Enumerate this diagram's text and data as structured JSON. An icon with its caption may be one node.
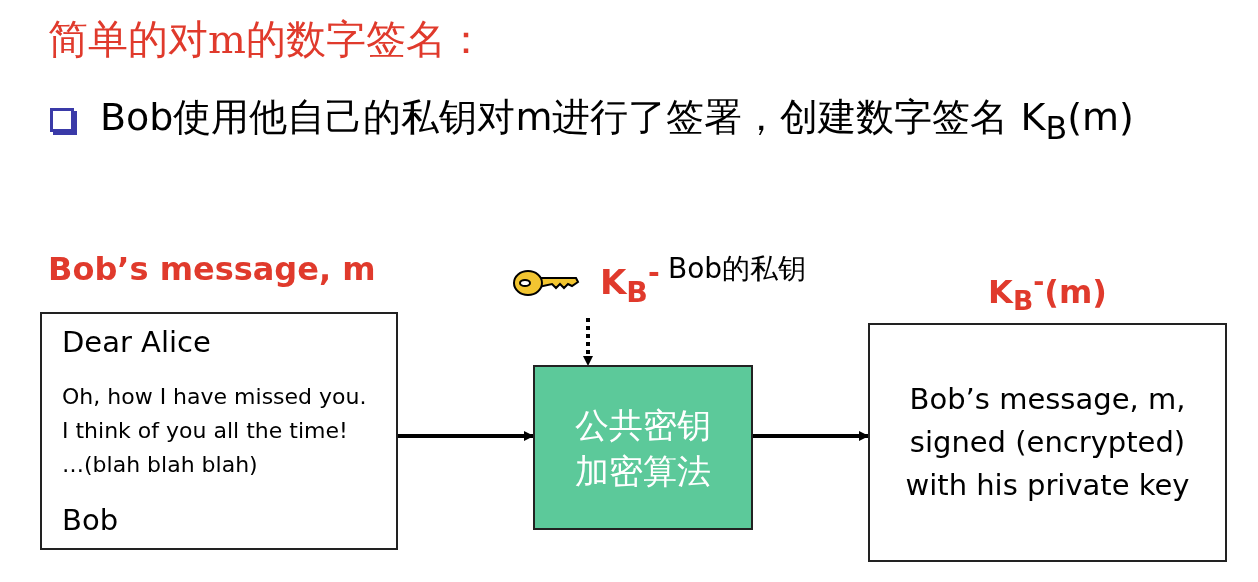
{
  "diagram": {
    "title": "简单的对m的数字签名：",
    "nodes": [
      {
        "text": [
          "Bob’s message, m",
          "Dear Alice",
          "Oh, how I have missed you. I think of you all the time! …(blah blah blah)",
          "Bob"
        ]
      },
      {
        "text": [],
        "shape": "picture",
        "beside": [
          "K$_{B}$$^{-}$",
          "Bob的私钥"
        ]
      },
      {
        "text": [
          "公共密钥加密算法"
        ]
      },
      {
        "text": [
          "K$_{B}$$^{-}$(m)",
          "Bob’s message, m, signed (encrypted) with his private key"
        ]
      }
    ],
    "edges": [
      {
        "from": 0,
        "to": 2,
        "arrow": "to"
      },
      {
        "from": 1,
        "to": 2,
        "arrow": "to",
        "style": "dashed"
      },
      {
        "from": 2,
        "to": 3,
        "arrow": "to"
      }
    ],
    "labels": [
      "Bob使用他自己的私钥对m进行了签署，创建数字签名 K$_{B}$(m)"
    ]
  }
}
